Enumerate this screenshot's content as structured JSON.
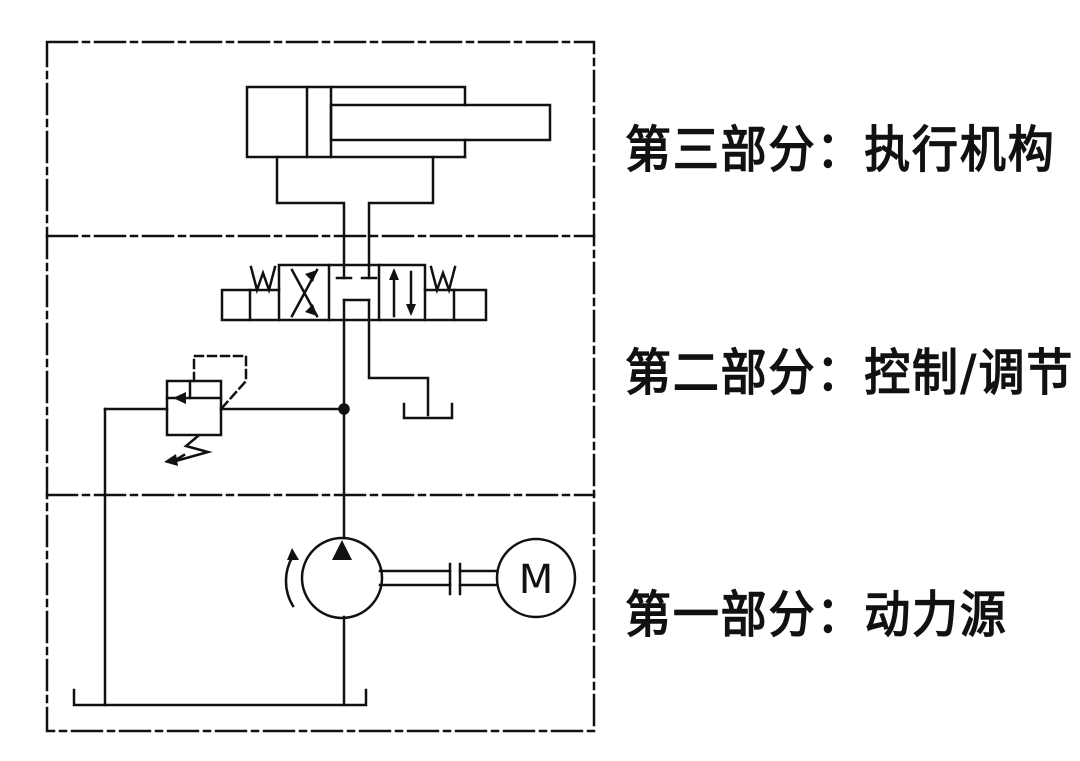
{
  "labels": {
    "part3": "第三部分：执行机构",
    "part2": "第二部分：控制/调节",
    "part1": "第一部分：动力源"
  },
  "symbols": {
    "motor_letter": "M"
  },
  "colors": {
    "line": "#111111",
    "background": "#ffffff"
  }
}
